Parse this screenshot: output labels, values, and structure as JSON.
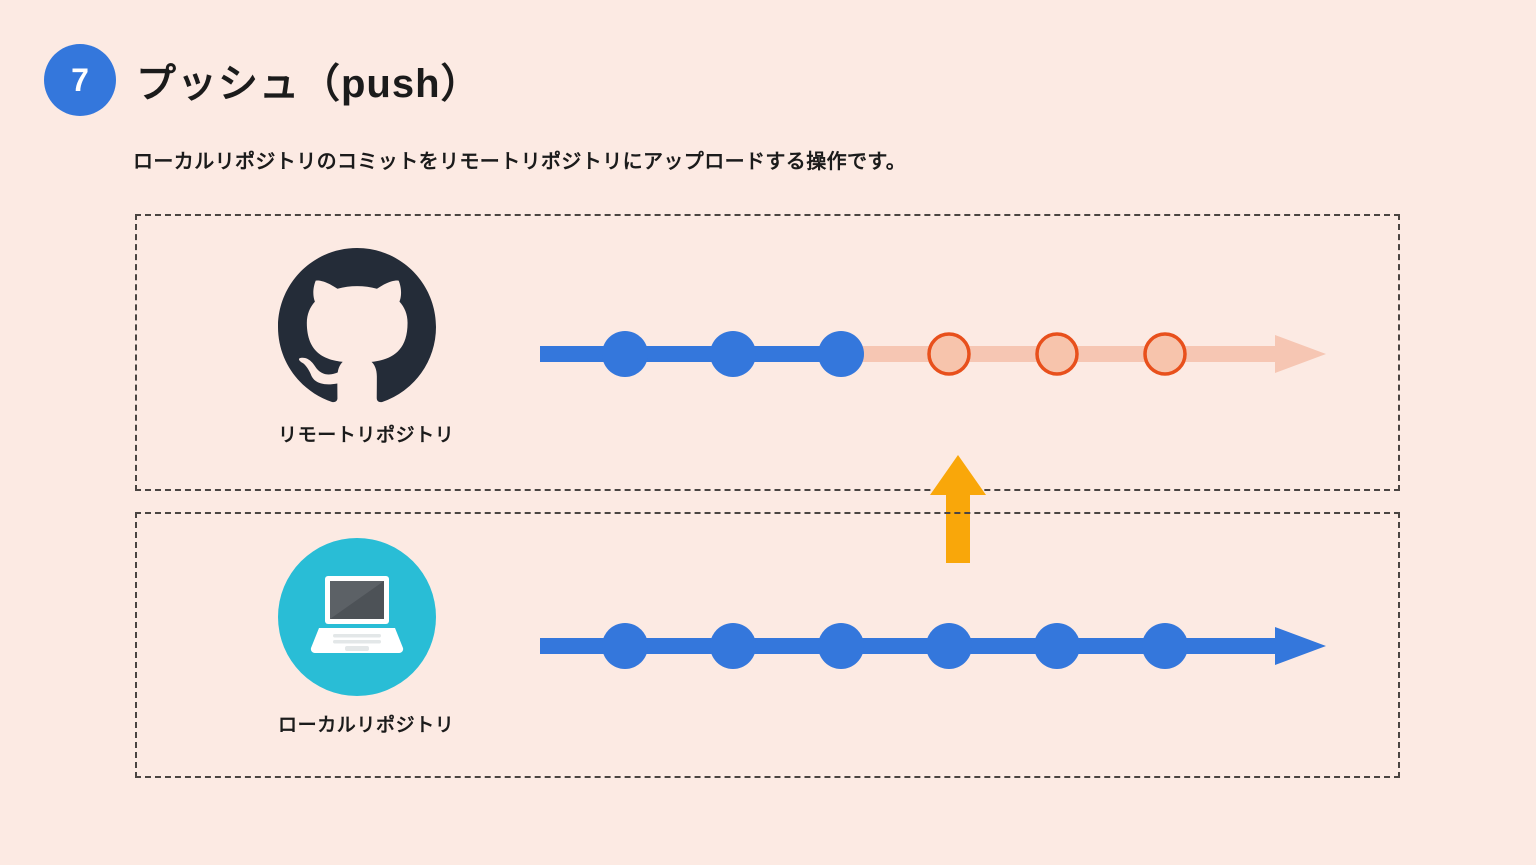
{
  "page": {
    "background_color": "#FCEAE3",
    "step_number": "7",
    "title": "プッシュ（push）",
    "subtitle": "ローカルリポジトリのコミットをリモートリポジトリにアップロードする操作です。",
    "badge_color": "#3477DC"
  },
  "panels": {
    "remote": {
      "label": "リモートリポジトリ",
      "icon": "github-octocat-icon",
      "icon_color": "#242C38"
    },
    "local": {
      "label": "ローカルリポジトリ",
      "icon": "laptop-icon",
      "icon_circle_color": "#29BDD6",
      "icon_color": "#FFFFFF"
    }
  },
  "arrow": {
    "name": "push-up-arrow",
    "color": "#F9A70A",
    "direction": "up"
  },
  "colors": {
    "commit_blue": "#3477DC",
    "commit_hollow_stroke": "#E8501C",
    "commit_hollow_fill": "#F7C4AC",
    "faded_line": "#F6C6B3",
    "dashed_border": "#4A4441",
    "text": "#1B1B1B"
  },
  "chart_data": {
    "type": "diagram-timeline",
    "title": "プッシュ（push）",
    "lines": [
      {
        "name": "remote-repository-timeline",
        "label": "リモートリポジトリ",
        "total_commits": 6,
        "solid_commits": 3,
        "pending_commits": 3,
        "commit_states": [
          "existing",
          "existing",
          "existing",
          "pending",
          "pending",
          "pending"
        ],
        "solid_color": "#3477DC",
        "faded_color": "#F6C6B3",
        "pending_stroke": "#E8501C",
        "pending_fill": "#F7C4AC",
        "arrow_color": "#F6C6B3"
      },
      {
        "name": "local-repository-timeline",
        "label": "ローカルリポジトリ",
        "total_commits": 6,
        "solid_commits": 6,
        "pending_commits": 0,
        "commit_states": [
          "existing",
          "existing",
          "existing",
          "existing",
          "existing",
          "existing"
        ],
        "solid_color": "#3477DC",
        "arrow_color": "#3477DC"
      }
    ],
    "flow": {
      "from": "ローカルリポジトリ",
      "to": "リモートリポジトリ",
      "color": "#F9A70A"
    }
  }
}
